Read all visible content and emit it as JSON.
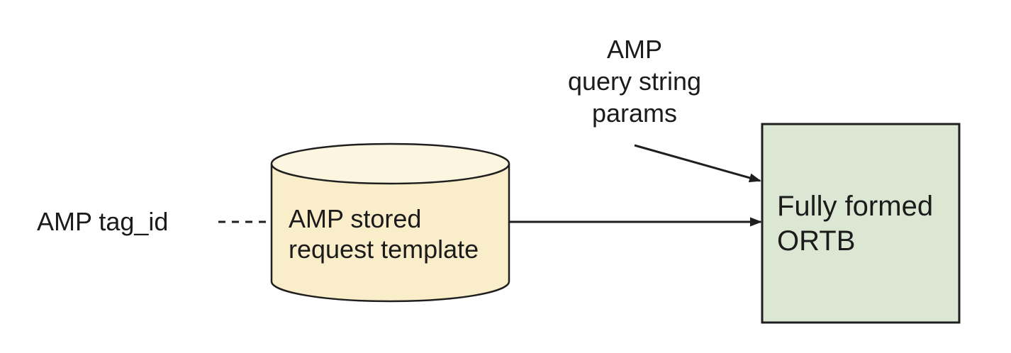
{
  "diagram": {
    "colors": {
      "background": "#ffffff",
      "line": "#1f1f1f",
      "text": "#1b1b1b",
      "cylinder_body_fill": "#FAEDC9",
      "cylinder_top_fill": "#FCF5DF",
      "cylinder_stroke": "#1f1f1f",
      "box_fill": "#DBE7D2",
      "box_stroke": "#1f1f1f"
    },
    "nodes": {
      "tag_id_label": {
        "text": "AMP tag_id"
      },
      "query_params_label": {
        "line1": "AMP",
        "line2": "query string",
        "line3": "params"
      },
      "stored_request_cylinder": {
        "shape": "cylinder",
        "line1": "AMP stored",
        "line2": "request template"
      },
      "ortb_box": {
        "shape": "rectangle",
        "line1": "Fully formed",
        "line2": "ORTB"
      }
    },
    "edges": [
      {
        "from": "AMP tag_id",
        "to": "AMP stored request template",
        "style": "dashed",
        "arrowhead": "none"
      },
      {
        "from": "AMP stored request template",
        "to": "Fully formed ORTB",
        "style": "solid",
        "arrowhead": "end"
      },
      {
        "from": "AMP query string params",
        "to": "Fully formed ORTB",
        "style": "solid",
        "arrowhead": "end"
      }
    ]
  }
}
